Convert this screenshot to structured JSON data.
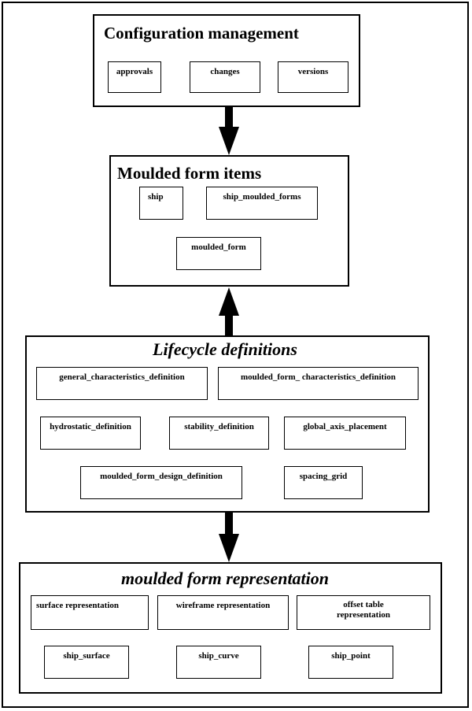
{
  "groups": {
    "config": {
      "title": "Configuration management",
      "items": {
        "approvals": "approvals",
        "changes": "changes",
        "versions": "versions"
      }
    },
    "moulded": {
      "title": "Moulded form items",
      "items": {
        "ship": "ship",
        "ship_moulded_forms": "ship_moulded_forms",
        "moulded_form": "moulded_form"
      }
    },
    "lifecycle": {
      "title": "Lifecycle definitions",
      "items": {
        "general": "general_characteristics_definition",
        "moulded_char": "moulded_form_ characteristics_definition",
        "hydrostatic": "hydrostatic_definition",
        "stability": "stability_definition",
        "global_axis": "global_axis_placement",
        "design": "moulded_form_design_definition",
        "spacing": "spacing_grid"
      }
    },
    "representation": {
      "title": "moulded form representation",
      "items": {
        "surface": "surface representation",
        "wireframe": "wireframe representation",
        "offset_line1": "offset table",
        "offset_line2": "representation",
        "ship_surface": "ship_surface",
        "ship_curve": "ship_curve",
        "ship_point": "ship_point"
      }
    }
  }
}
